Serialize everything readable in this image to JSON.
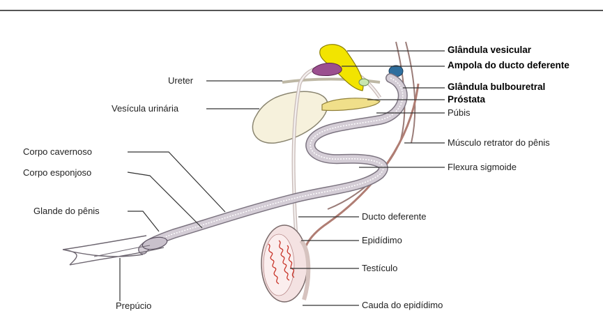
{
  "labels": {
    "ureter": "Ureter",
    "vesicula_urinaria": "Vesícula urinária",
    "corpo_cavernoso": "Corpo cavernoso",
    "corpo_esponjoso": "Corpo esponjoso",
    "glande_do_penis": "Glande do pênis",
    "prepucio": "Prepúcio",
    "glandula_vesicular": "Glândula vesicular",
    "ampola_ducto_deferente": "Ampola do ducto deferente",
    "glandula_bulbouretral": "Glândula bulbouretral",
    "prostata": "Próstata",
    "pubis": "Púbis",
    "musculo_retrator": "Músculo retrator do pênis",
    "flexura_sigmoide": "Flexura sigmoide",
    "ducto_deferente": "Ducto deferente",
    "epididimo": "Epidídimo",
    "testiculo": "Testículo",
    "cauda_epididimo": "Cauda do epidídimo"
  },
  "colors": {
    "glandula_vesicular": "#f2e400",
    "ampola": "#9b4f8f",
    "glandula_bulbouretral": "#2f6f9e",
    "prostata": "#c8e6b0",
    "bexiga": "#f6f1dc",
    "penis": "#d4cdd6",
    "musculo_retrator": "#b07d73",
    "testiculo_vasos": "#c8352a"
  }
}
